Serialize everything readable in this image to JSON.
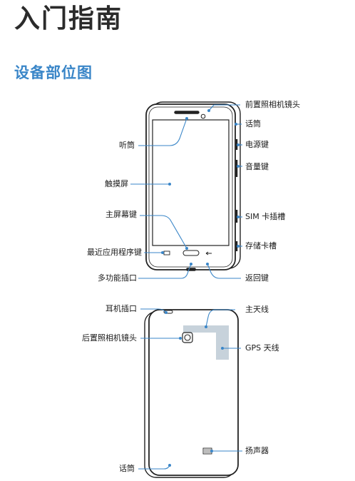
{
  "page": {
    "title": "入门指南",
    "section_title": "设备部位图"
  },
  "front_view": {
    "labels": {
      "front_camera": "前置照相机镜头",
      "earpiece": "话筒",
      "speaker_handset": "听筒",
      "power_key": "电源键",
      "volume_key": "音量键",
      "touchscreen": "触摸屏",
      "home_key": "主屏幕键",
      "sim_slot": "SIM 卡插槽",
      "recent_apps_key": "最近应用程序键",
      "memory_card_slot": "存储卡槽",
      "multipurpose_jack": "多功能插口",
      "back_key": "返回键"
    }
  },
  "back_view": {
    "labels": {
      "headset_jack": "耳机插口",
      "main_antenna": "主天线",
      "rear_camera": "后置照相机镜头",
      "gps_antenna": "GPS 天线",
      "speaker": "扬声器",
      "microphone": "话筒"
    }
  },
  "colors": {
    "title_text": "#2b2b2b",
    "section_title": "#3a86c8",
    "callout_line": "#3a86c8",
    "device_outline": "#222222",
    "antenna_area": "#c7d2db"
  }
}
